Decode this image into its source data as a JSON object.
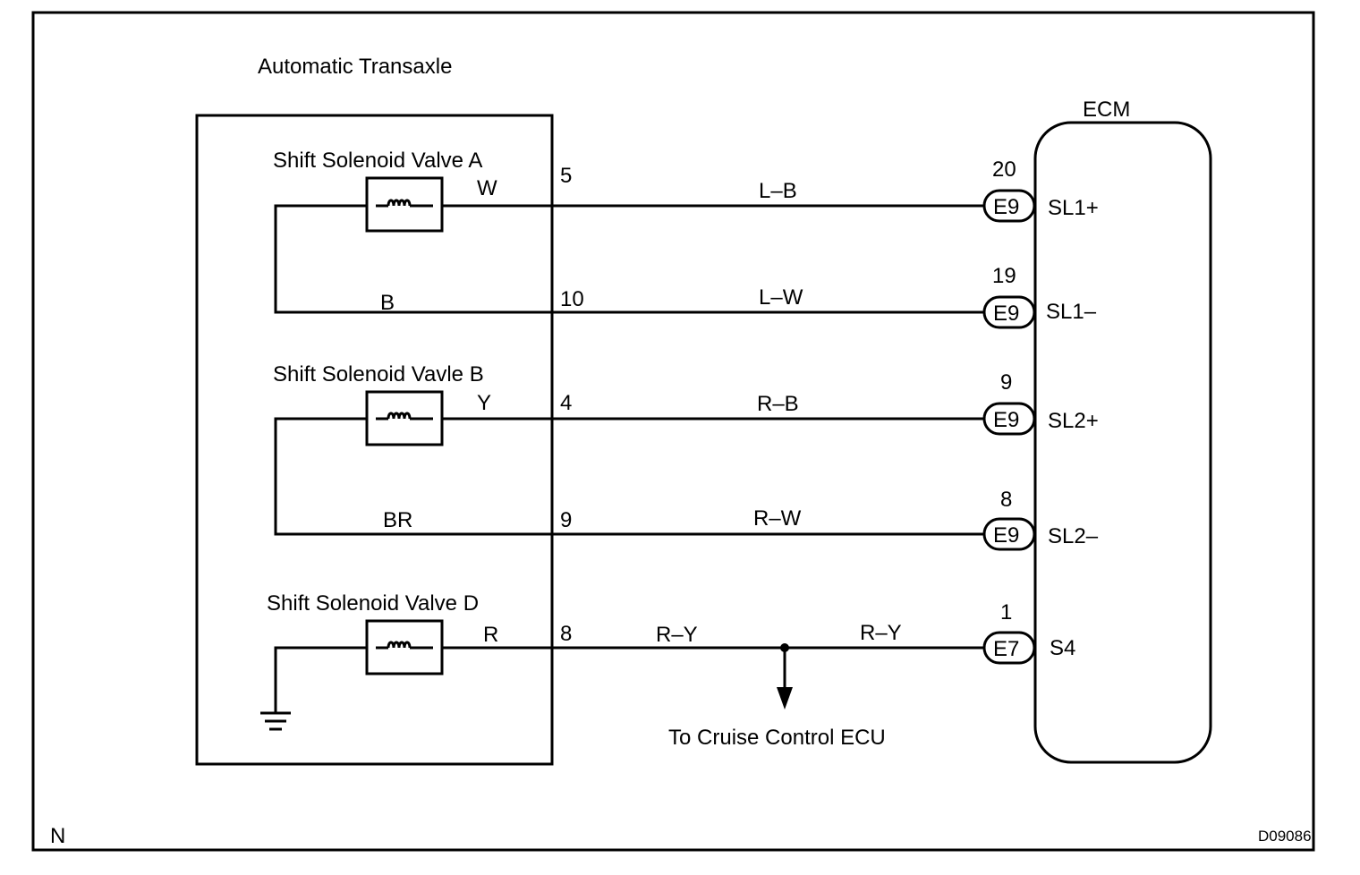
{
  "title": "Automatic Transaxle",
  "ecm_label": "ECM",
  "corner_left": "N",
  "corner_right": "D09086",
  "cruise_label": "To Cruise Control ECU",
  "solenoids": [
    {
      "name": "Shift Solenoid Valve A",
      "wire_in": "W",
      "wire_out": "B"
    },
    {
      "name": "Shift Solenoid Vavle B",
      "wire_in": "Y",
      "wire_out": "BR"
    },
    {
      "name": "Shift Solenoid Valve D",
      "wire_in": "R"
    }
  ],
  "circuits": [
    {
      "pin": "5",
      "wire": "L–B",
      "ecm_pin": "20",
      "connector": "E9",
      "terminal": "SL1+"
    },
    {
      "pin": "10",
      "wire": "L–W",
      "ecm_pin": "19",
      "connector": "E9",
      "terminal": "SL1–"
    },
    {
      "pin": "4",
      "wire": "R–B",
      "ecm_pin": "9",
      "connector": "E9",
      "terminal": "SL2+"
    },
    {
      "pin": "9",
      "wire": "R–W",
      "ecm_pin": "8",
      "connector": "E9",
      "terminal": "SL2–"
    },
    {
      "pin": "8",
      "wire": "R–Y",
      "wire_after_splice": "R–Y",
      "ecm_pin": "1",
      "connector": "E7",
      "terminal": "S4"
    }
  ],
  "icons": [
    "coil-icon",
    "ground-icon",
    "arrow-down-icon"
  ]
}
